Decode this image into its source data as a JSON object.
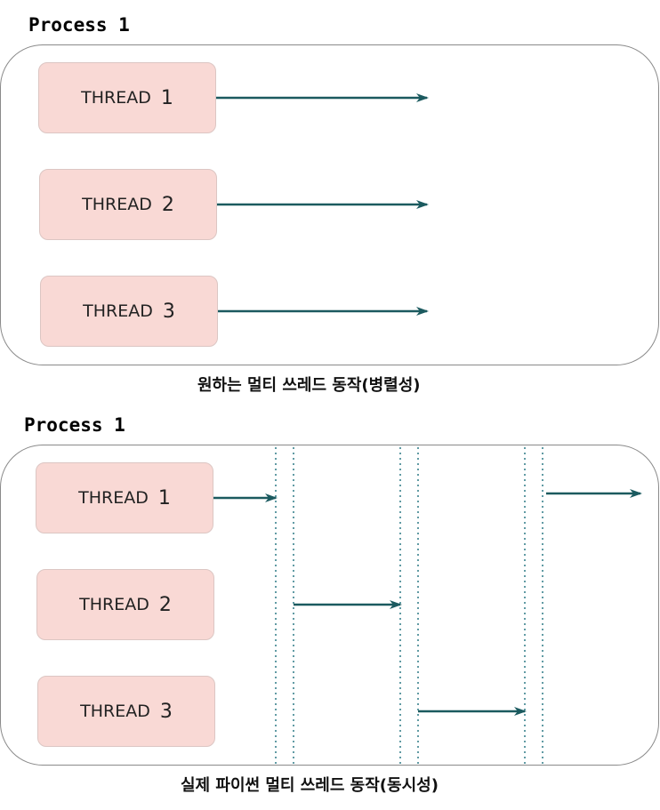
{
  "colors": {
    "arrow": "#1b5a5f",
    "divider": "#2d7a85",
    "thread_fill": "#f9d9d5",
    "process_border": "#8a8a8a"
  },
  "parallel": {
    "process_label": "Process 1",
    "threads": [
      {
        "word": "THREAD",
        "num": "1"
      },
      {
        "word": "THREAD",
        "num": "2"
      },
      {
        "word": "THREAD",
        "num": "3"
      }
    ],
    "caption": "원하는 멀티 쓰레드 동작(병렬성)"
  },
  "concurrent": {
    "process_label": "Process 1",
    "threads": [
      {
        "word": "THREAD",
        "num": "1"
      },
      {
        "word": "THREAD",
        "num": "2"
      },
      {
        "word": "THREAD",
        "num": "3"
      }
    ],
    "caption": "실제 파이썬 멀티 쓰레드 동작(동시성)"
  }
}
